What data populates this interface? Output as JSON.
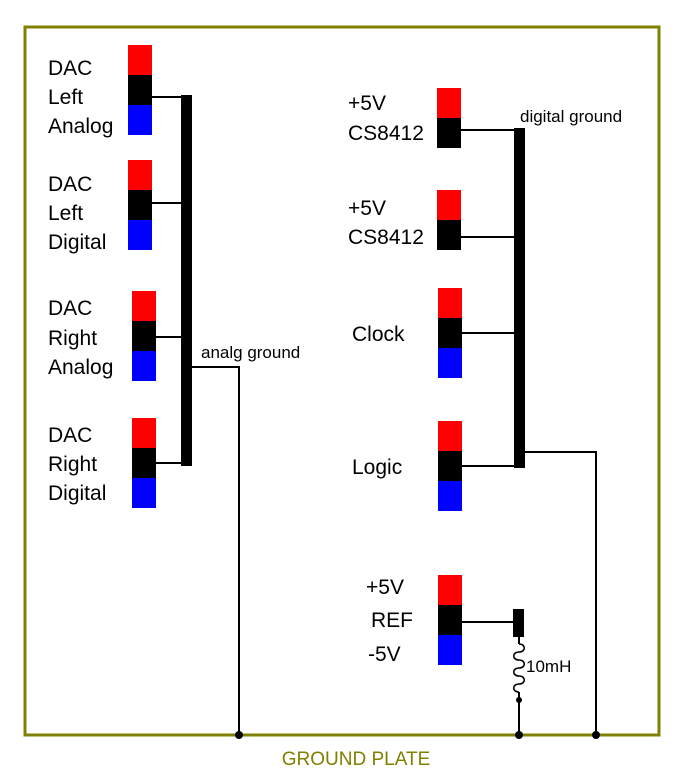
{
  "colors": {
    "plate": "#808000",
    "positive": "#ff0000",
    "ground": "#000000",
    "negative": "#0000ff",
    "wire": "#000000"
  },
  "left_group": [
    {
      "line1": "DAC",
      "line2": "Left",
      "line3": "Analog"
    },
    {
      "line1": "DAC",
      "line2": "Left",
      "line3": "Digital"
    },
    {
      "line1": "DAC",
      "line2": "Right",
      "line3": "Analog"
    },
    {
      "line1": "DAC",
      "line2": "Right",
      "line3": "Digital"
    }
  ],
  "right_group": {
    "cs8412_a": {
      "line1": "+5V",
      "line2": "CS8412"
    },
    "cs8412_b": {
      "line1": "+5V",
      "line2": "CS8412"
    },
    "clock": {
      "label": "Clock"
    },
    "logic": {
      "label": "Logic"
    },
    "ref": {
      "line1": "+5V",
      "line2": "REF",
      "line3": "-5V"
    }
  },
  "bus_labels": {
    "analog": "analg ground",
    "digital": "digital ground",
    "inductor": "10mH"
  },
  "plate_label": "GROUND PLATE"
}
